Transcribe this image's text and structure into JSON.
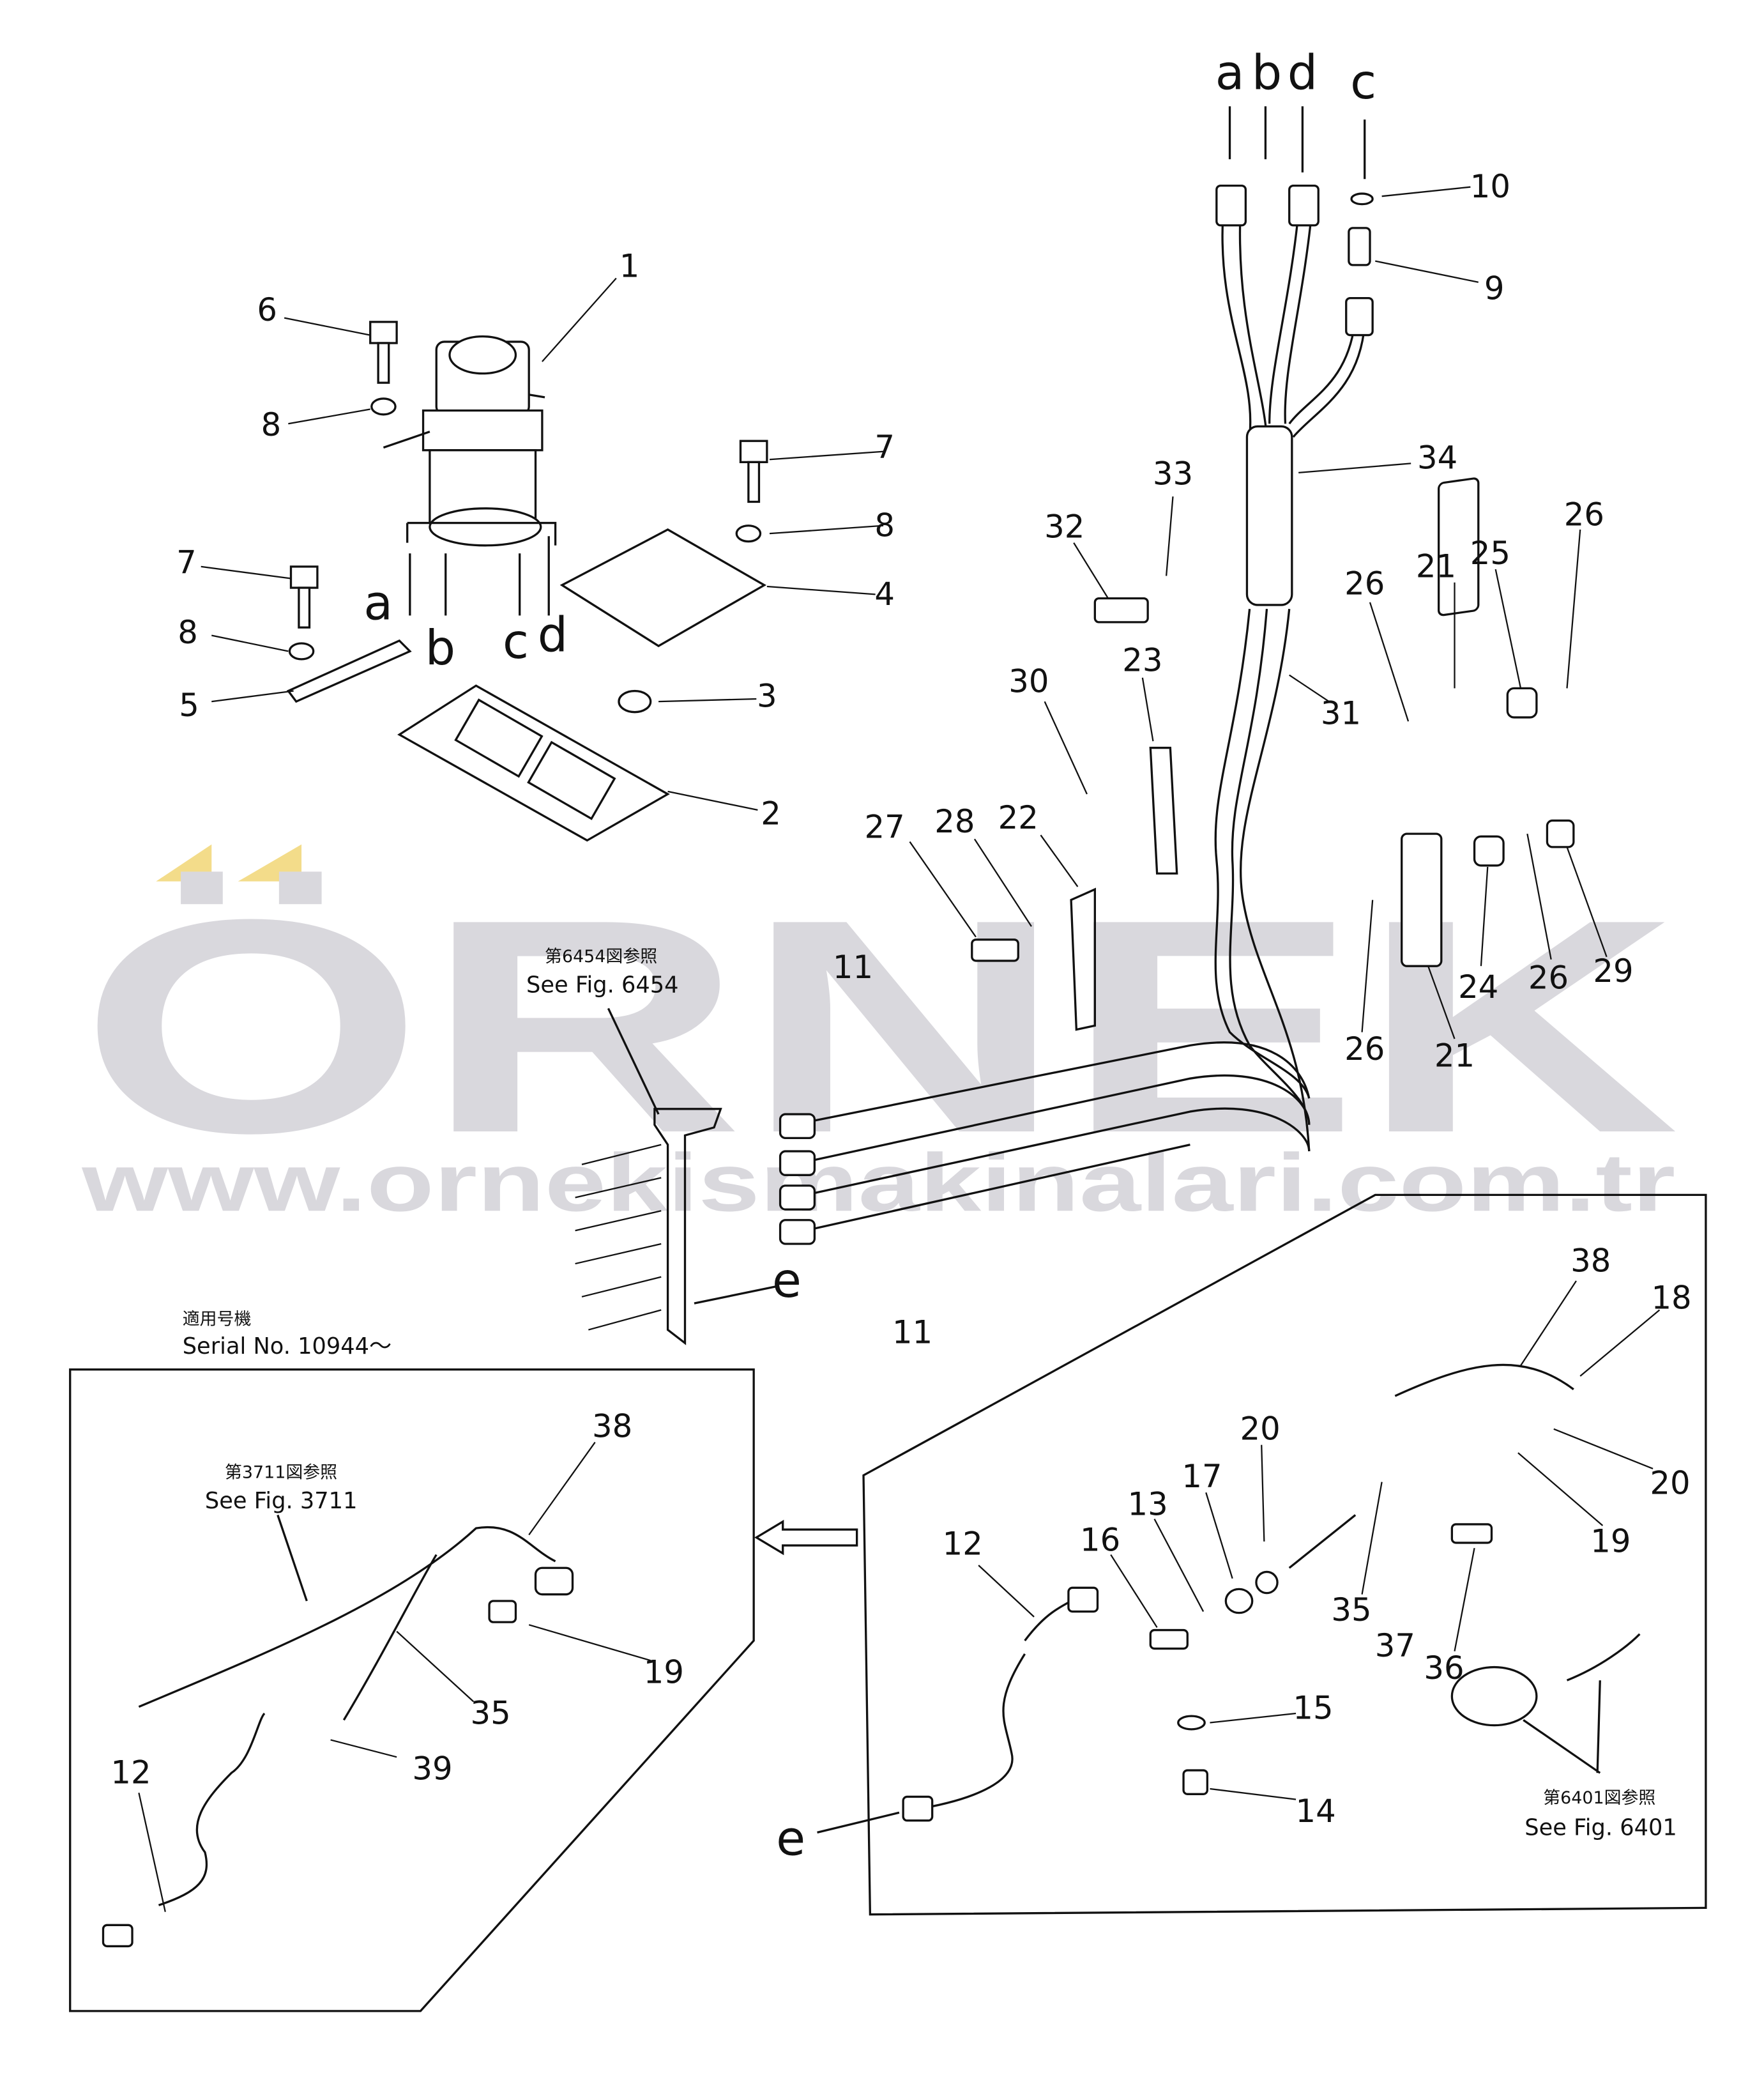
{
  "watermark": {
    "logo": "ÖRNEK",
    "url": "www.ornekismakinalari.com.tr",
    "color": "#d9d8dd",
    "accent": "#f3dc8a"
  },
  "notes": {
    "fig6454_jp": "第6454図参照",
    "fig6454_en": "See Fig. 6454",
    "fig3711_jp": "第3711図参照",
    "fig3711_en": "See Fig. 3711",
    "fig6401_jp": "第6401図参照",
    "fig6401_en": "See Fig. 6401",
    "serial_jp": "適用号機",
    "serial_en": "Serial No. 10944～"
  },
  "callouts": [
    "a",
    "b",
    "d",
    "c",
    "10",
    "9",
    "1",
    "6",
    "8",
    "7",
    "8",
    "7",
    "a",
    "b",
    "c",
    "d",
    "4",
    "8",
    "5",
    "3",
    "2",
    "34",
    "33",
    "32",
    "26",
    "26",
    "21",
    "25",
    "23",
    "30",
    "31",
    "27",
    "28",
    "22",
    "11",
    "24",
    "26",
    "29",
    "26",
    "21",
    "e",
    "11",
    "38",
    "18",
    "20",
    "20",
    "17",
    "13",
    "12",
    "16",
    "19",
    "35",
    "37",
    "36",
    "15",
    "14",
    "e",
    "38",
    "19",
    "35",
    "39",
    "12"
  ]
}
